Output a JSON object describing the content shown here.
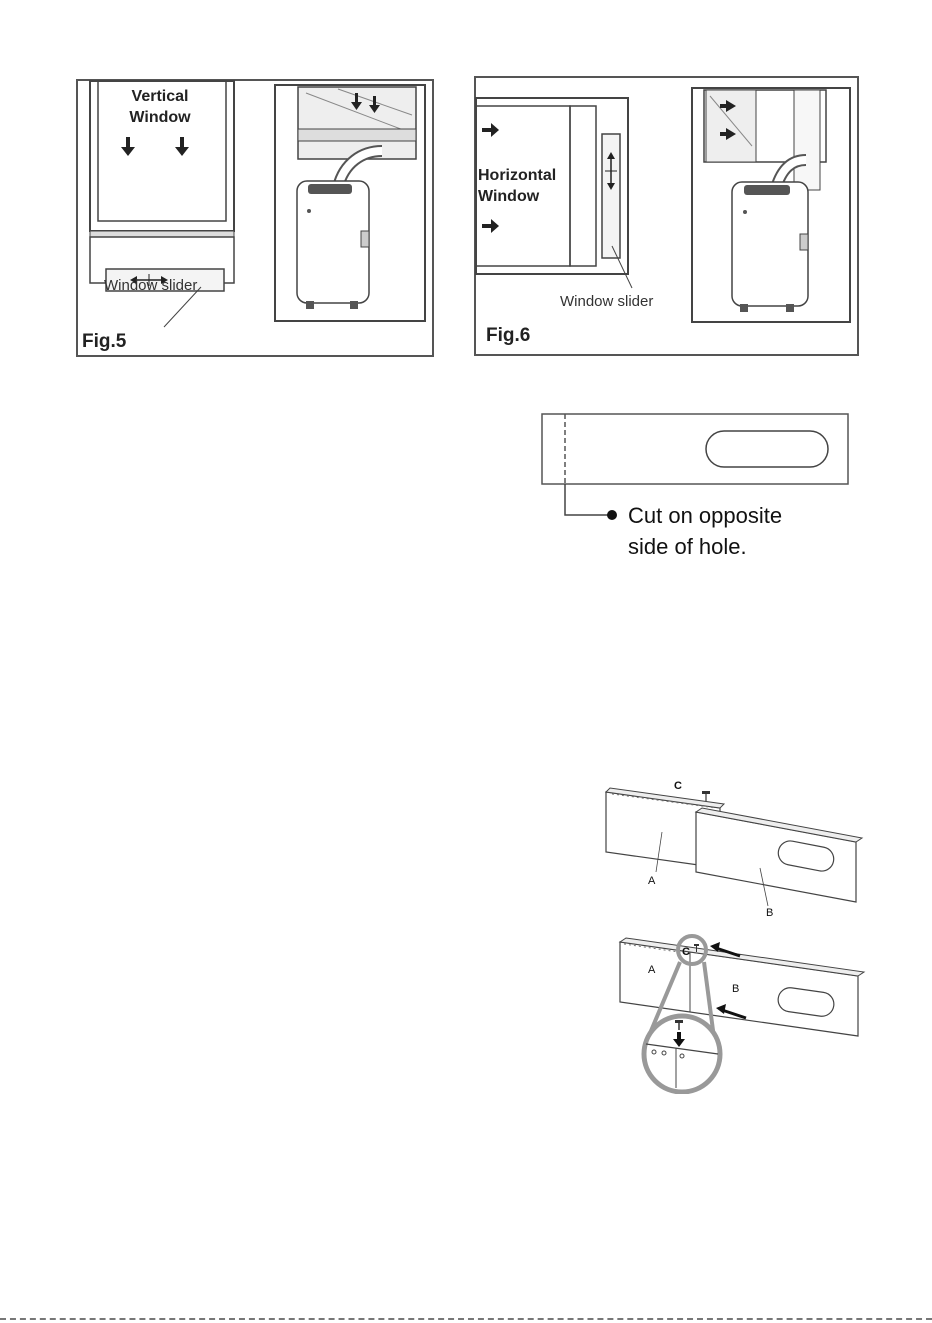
{
  "fig5": {
    "label": "Fig.5",
    "window_label_line1": "Vertical",
    "window_label_line2": "Window",
    "slider_label": "Window slider"
  },
  "fig6": {
    "label": "Fig.6",
    "window_label_line1": "Horizontal",
    "window_label_line2": "Window",
    "slider_label": "Window slider"
  },
  "cut": {
    "line1": "Cut on opposite",
    "line2": "side of hole."
  },
  "assembly": {
    "screw_label": "C",
    "part_a": "A",
    "part_b": "B",
    "screw_label_2": "C",
    "part_a_2": "A",
    "part_b_2": "B"
  }
}
